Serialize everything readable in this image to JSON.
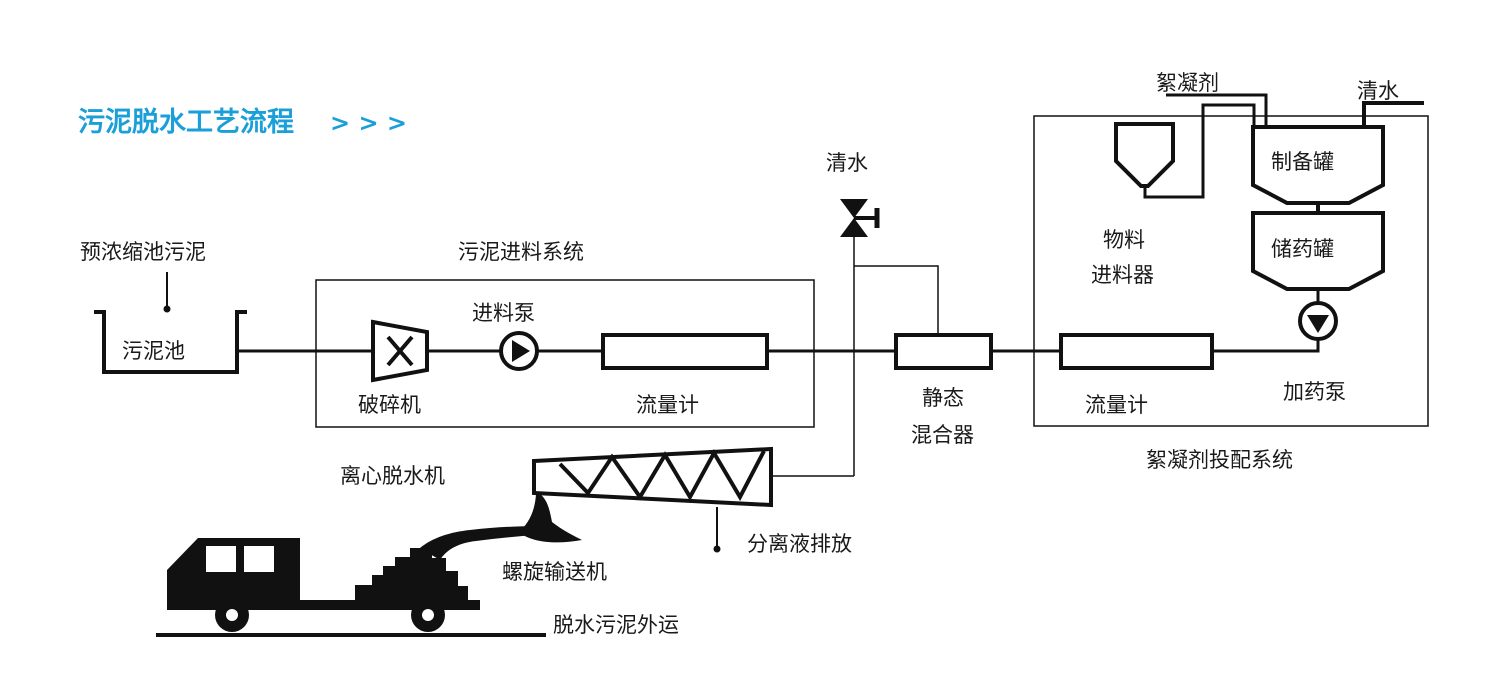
{
  "title": "污泥脱水工艺流程",
  "title_arrows": "> > >",
  "colors": {
    "accent": "#1a9fd9",
    "ink": "#111111"
  },
  "labels": {
    "pre_tank_sludge": "预浓缩池污泥",
    "sludge_tank": "污泥池",
    "feed_system": "污泥进料系统",
    "feed_pump": "进料泵",
    "crusher": "破碎机",
    "flowmeter_1": "流量计",
    "clear_water_1": "清水",
    "static_mixer_1": "静态",
    "static_mixer_2": "混合器",
    "flocculant": "絮凝剂",
    "clear_water_2": "清水",
    "prep_tank": "制备罐",
    "storage_tank": "储药罐",
    "material_feeder_1": "物料",
    "material_feeder_2": "进料器",
    "dosing_pump": "加药泵",
    "flowmeter_2": "流量计",
    "dosing_system": "絮凝剂投配系统",
    "centrifuge": "离心脱水机",
    "separated_liquid": "分离液排放",
    "screw_conveyor": "螺旋输送机",
    "sludge_transport": "脱水污泥外运"
  },
  "icons": [
    "crusher-icon",
    "pump-icon",
    "valve-icon",
    "hopper-icon",
    "tank-icon",
    "truck-icon",
    "centrifuge-icon"
  ]
}
